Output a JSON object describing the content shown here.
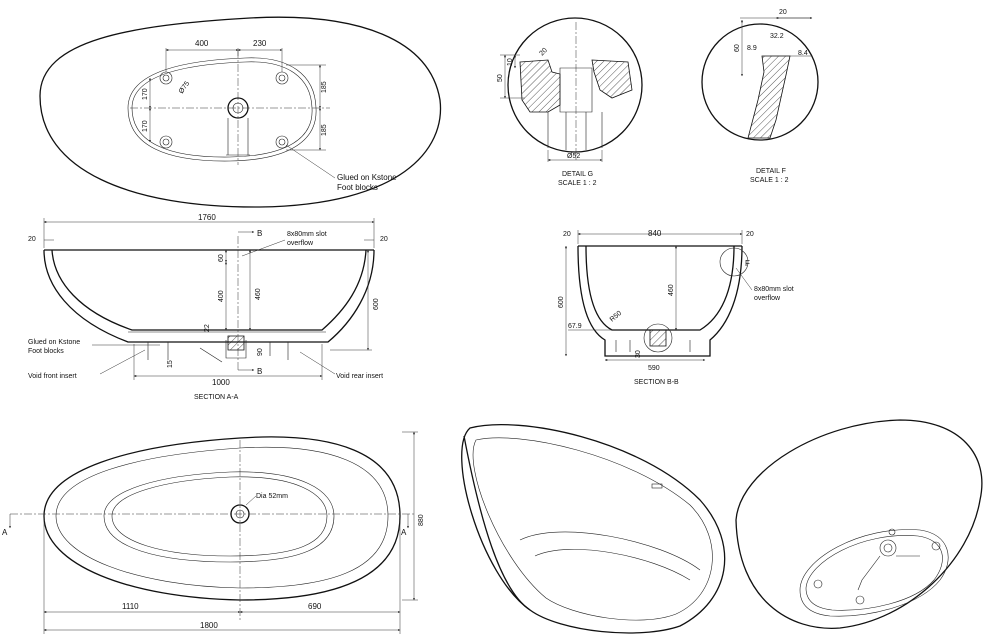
{
  "top_view": {
    "dims": [
      "400",
      "230",
      "170",
      "170",
      "185",
      "185"
    ],
    "diameter": "Ø75",
    "callout": [
      "Glued on Kstone",
      "Foot blocks"
    ]
  },
  "detail_g": {
    "dims": [
      "50",
      "10",
      "20",
      "Ø52"
    ],
    "title": "DETAIL G",
    "scale": "SCALE 1 : 2"
  },
  "detail_f": {
    "dims": [
      "20",
      "32.2",
      "60",
      "8.9",
      "8.4"
    ],
    "title": "DETAIL F",
    "scale": "SCALE 1 : 2"
  },
  "section_aa": {
    "dims": [
      "1760",
      "20",
      "20",
      "60",
      "400",
      "460",
      "600",
      "22",
      "15",
      "90",
      "1000"
    ],
    "markers": [
      "B",
      "B"
    ],
    "overflow": [
      "8x80mm slot",
      "overflow"
    ],
    "callout_glued": [
      "Glued on Kstone",
      "Foot blocks"
    ],
    "callout_front": "Void front insert",
    "callout_rear": "Void rear insert",
    "title": "SECTION A-A"
  },
  "section_bb": {
    "dims": [
      "20",
      "840",
      "20",
      "600",
      "460",
      "R50",
      "67.9",
      "30",
      "590"
    ],
    "detail_marker": "F",
    "overflow": [
      "8x80mm slot",
      "overflow"
    ],
    "title": "SECTION B-B"
  },
  "plan_view": {
    "dims": [
      "880",
      "1110",
      "690",
      "1800"
    ],
    "section_markers": [
      "A",
      "A"
    ],
    "drain_label": "Dia 52mm"
  }
}
